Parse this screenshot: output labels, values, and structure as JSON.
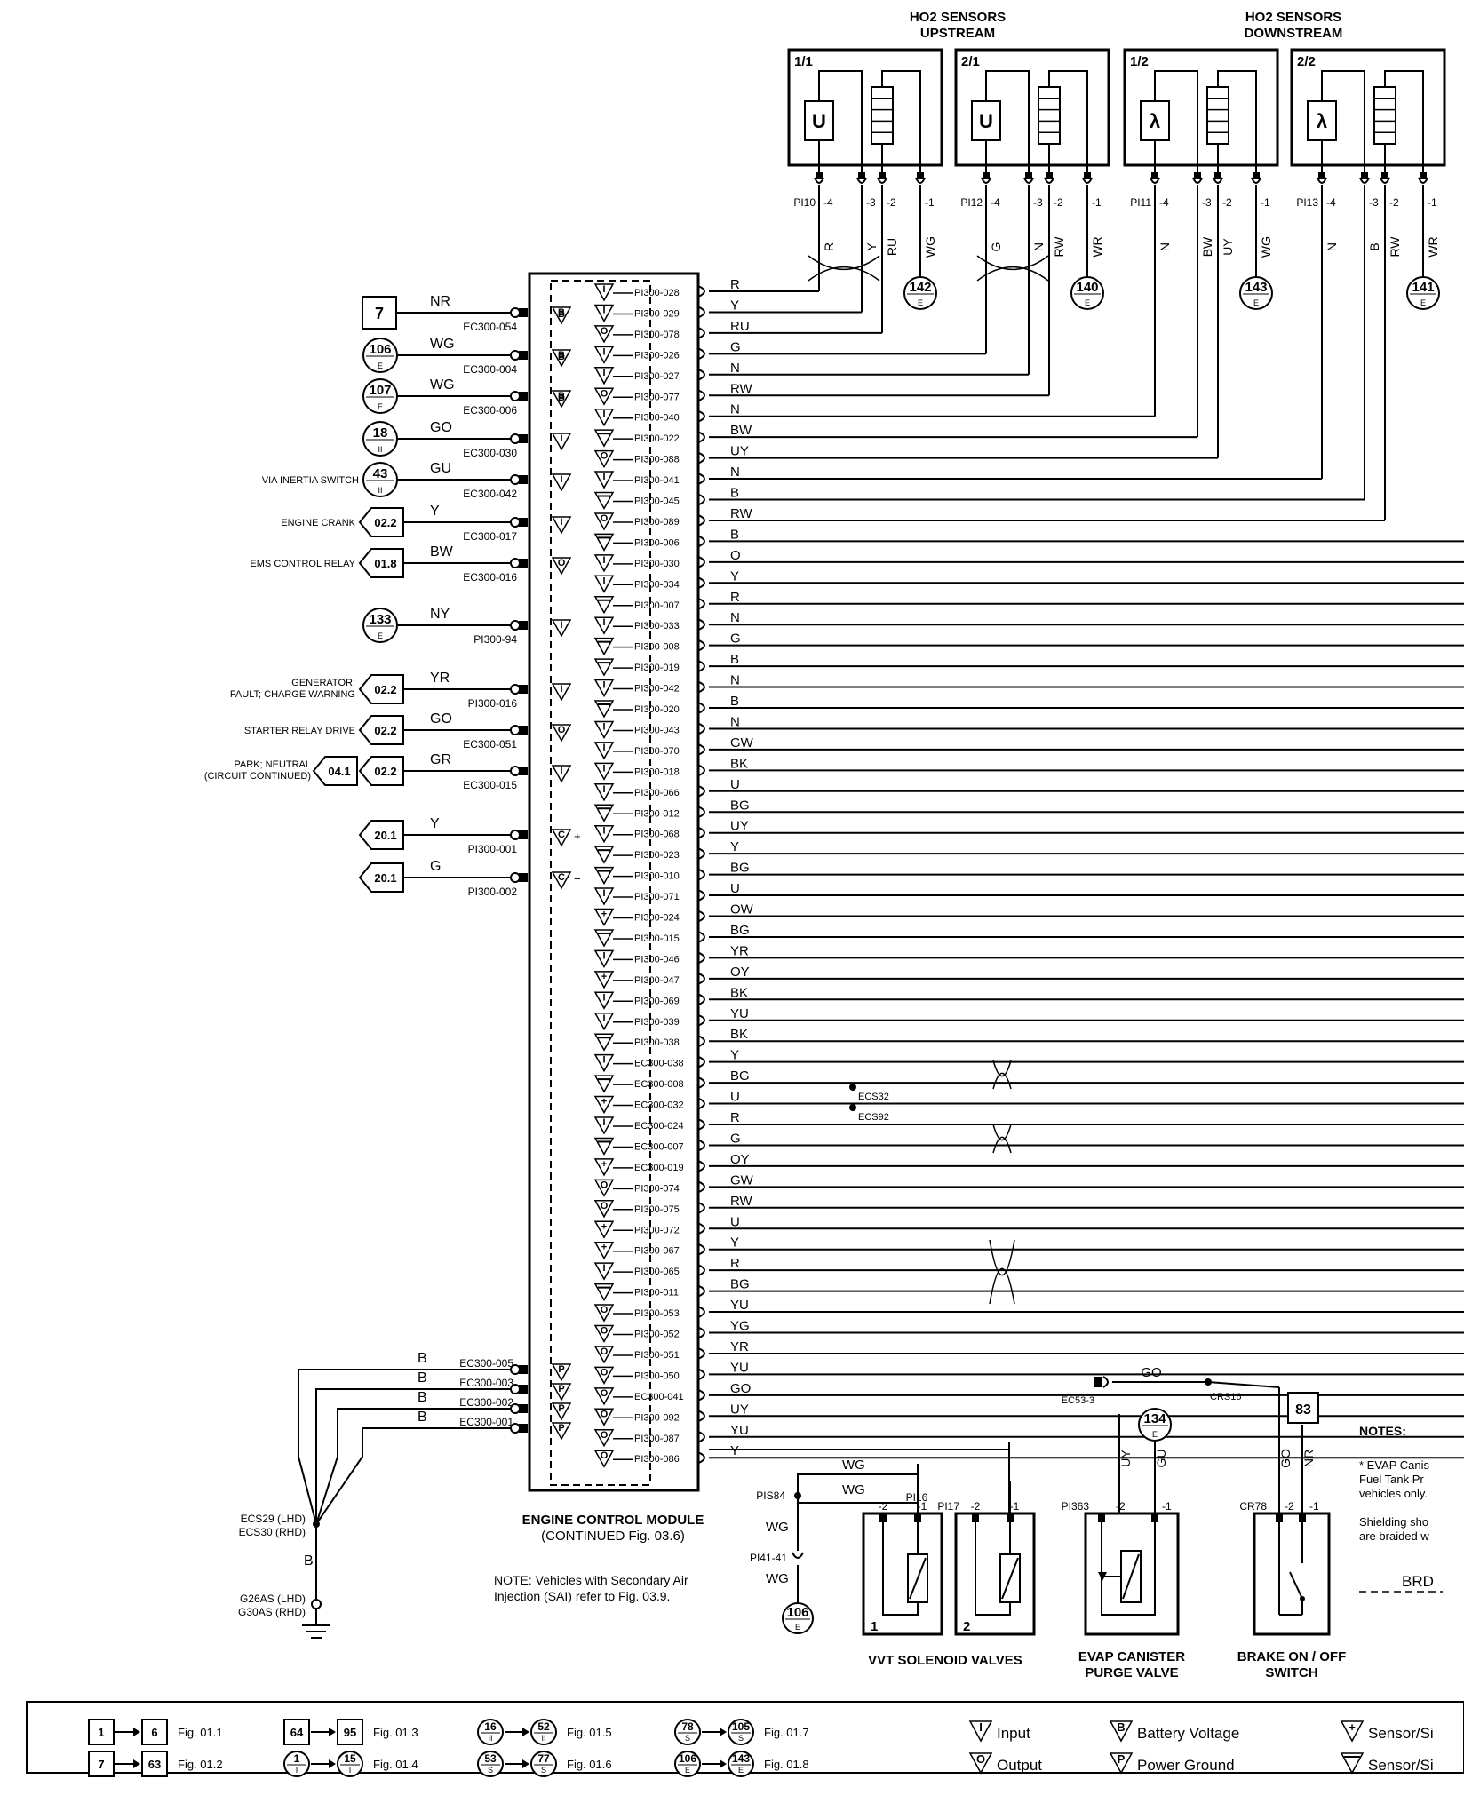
{
  "headings": {
    "ho2_up": [
      "HO2 SENSORS",
      "UPSTREAM"
    ],
    "ho2_down": [
      "HO2 SENSORS",
      "DOWNSTREAM"
    ]
  },
  "sensors": [
    {
      "label": "1/1",
      "sym": "U",
      "conn": "PI10",
      "wires": [
        "R",
        "Y",
        "RU",
        "WG"
      ],
      "ref": "142",
      "sub": "E"
    },
    {
      "label": "2/1",
      "sym": "U",
      "conn": "PI12",
      "wires": [
        "G",
        "N",
        "RW",
        "WR"
      ],
      "ref": "140",
      "sub": "E"
    },
    {
      "label": "1/2",
      "sym": "λ",
      "conn": "PI11",
      "wires": [
        "N",
        "BW",
        "UY",
        "WG"
      ],
      "ref": "143",
      "sub": "E"
    },
    {
      "label": "2/2",
      "sym": "λ",
      "conn": "PI13",
      "wires": [
        "N",
        "B",
        "RW",
        "WR"
      ],
      "ref": "141",
      "sub": "E"
    }
  ],
  "pin_suffixes": [
    "-4",
    "-3",
    "-2",
    "-1"
  ],
  "ecm_right_pins": [
    {
      "pin": "PI300-028",
      "color": "R",
      "t": "I"
    },
    {
      "pin": "PI300-029",
      "color": "Y",
      "t": "I"
    },
    {
      "pin": "PI300-078",
      "color": "RU",
      "t": "O"
    },
    {
      "pin": "PI300-026",
      "color": "G",
      "t": "I"
    },
    {
      "pin": "PI300-027",
      "color": "N",
      "t": "I"
    },
    {
      "pin": "PI300-077",
      "color": "RW",
      "t": "O"
    },
    {
      "pin": "PI300-040",
      "color": "N",
      "t": "I"
    },
    {
      "pin": "PI300-022",
      "color": "BW",
      "t": "-"
    },
    {
      "pin": "PI300-088",
      "color": "UY",
      "t": "O"
    },
    {
      "pin": "PI300-041",
      "color": "N",
      "t": "I"
    },
    {
      "pin": "PI300-045",
      "color": "B",
      "t": "-"
    },
    {
      "pin": "PI300-089",
      "color": "RW",
      "t": "O"
    },
    {
      "pin": "PI300-006",
      "color": "B",
      "t": "-"
    },
    {
      "pin": "PI300-030",
      "color": "O",
      "t": "I"
    },
    {
      "pin": "PI300-034",
      "color": "Y",
      "t": "I"
    },
    {
      "pin": "PI300-007",
      "color": "R",
      "t": "-"
    },
    {
      "pin": "PI300-033",
      "color": "N",
      "t": "I"
    },
    {
      "pin": "PI300-008",
      "color": "G",
      "t": "-"
    },
    {
      "pin": "PI300-019",
      "color": "B",
      "t": "-"
    },
    {
      "pin": "PI300-042",
      "color": "N",
      "t": "I"
    },
    {
      "pin": "PI300-020",
      "color": "B",
      "t": "-"
    },
    {
      "pin": "PI300-043",
      "color": "N",
      "t": "I"
    },
    {
      "pin": "PI300-070",
      "color": "GW",
      "t": "I"
    },
    {
      "pin": "PI300-018",
      "color": "BK",
      "t": "I"
    },
    {
      "pin": "PI300-066",
      "color": "U",
      "t": "I"
    },
    {
      "pin": "PI300-012",
      "color": "BG",
      "t": "-"
    },
    {
      "pin": "PI300-068",
      "color": "UY",
      "t": "I"
    },
    {
      "pin": "PI300-023",
      "color": "Y",
      "t": "-"
    },
    {
      "pin": "PI300-010",
      "color": "BG",
      "t": "-"
    },
    {
      "pin": "PI300-071",
      "color": "U",
      "t": "I"
    },
    {
      "pin": "PI300-024",
      "color": "OW",
      "t": "+"
    },
    {
      "pin": "PI300-015",
      "color": "BG",
      "t": "-"
    },
    {
      "pin": "PI300-046",
      "color": "YR",
      "t": "I"
    },
    {
      "pin": "PI300-047",
      "color": "OY",
      "t": "+"
    },
    {
      "pin": "PI300-069",
      "color": "BK",
      "t": "I"
    },
    {
      "pin": "PI300-039",
      "color": "YU",
      "t": "I"
    },
    {
      "pin": "PI300-038",
      "color": "BK",
      "t": "-"
    },
    {
      "pin": "EC300-038",
      "color": "Y",
      "t": "I"
    },
    {
      "pin": "EC300-008",
      "color": "BG",
      "t": "-"
    },
    {
      "pin": "EC300-032",
      "color": "U",
      "t": "+"
    },
    {
      "pin": "EC300-024",
      "color": "R",
      "t": "I"
    },
    {
      "pin": "EC300-007",
      "color": "G",
      "t": "-"
    },
    {
      "pin": "EC300-019",
      "color": "OY",
      "t": "+"
    },
    {
      "pin": "PI300-074",
      "color": "GW",
      "t": "O"
    },
    {
      "pin": "PI300-075",
      "color": "RW",
      "t": "O"
    },
    {
      "pin": "PI300-072",
      "color": "U",
      "t": "+"
    },
    {
      "pin": "PI300-067",
      "color": "Y",
      "t": "+"
    },
    {
      "pin": "PI300-065",
      "color": "R",
      "t": "I"
    },
    {
      "pin": "PI300-011",
      "color": "BG",
      "t": "-"
    },
    {
      "pin": "PI300-053",
      "color": "YU",
      "t": "O"
    },
    {
      "pin": "PI300-052",
      "color": "YG",
      "t": "O"
    },
    {
      "pin": "PI300-051",
      "color": "YR",
      "t": "O"
    },
    {
      "pin": "PI300-050",
      "color": "YU",
      "t": "O"
    },
    {
      "pin": "EC300-041",
      "color": "GO",
      "t": "O"
    },
    {
      "pin": "PI300-092",
      "color": "UY",
      "t": "O"
    },
    {
      "pin": "PI300-087",
      "color": "YU",
      "t": "O"
    },
    {
      "pin": "PI300-086",
      "color": "Y",
      "t": "O"
    }
  ],
  "ecm_left_pins": [
    {
      "conn": "EC300-054",
      "color": "NR",
      "kind": "box",
      "ref": "7",
      "t": "B"
    },
    {
      "conn": "EC300-004",
      "color": "WG",
      "kind": "circle",
      "ref": "106",
      "sub": "E",
      "t": "B"
    },
    {
      "conn": "EC300-006",
      "color": "WG",
      "kind": "circle",
      "ref": "107",
      "sub": "E",
      "t": "B"
    },
    {
      "conn": "EC300-030",
      "color": "GO",
      "kind": "circle",
      "ref": "18",
      "sub": "II",
      "t": "I"
    },
    {
      "conn": "EC300-042",
      "color": "GU",
      "kind": "circle",
      "ref": "43",
      "sub": "II",
      "t": "I",
      "note": "VIA INERTIA SWITCH"
    },
    {
      "conn": "EC300-017",
      "color": "Y",
      "kind": "arrow",
      "ref": "02.2",
      "t": "I",
      "note": "ENGINE CRANK"
    },
    {
      "conn": "EC300-016",
      "color": "BW",
      "kind": "arrow",
      "ref": "01.8",
      "t": "O",
      "note": "EMS CONTROL RELAY"
    },
    {
      "conn": "PI300-94",
      "color": "NY",
      "kind": "circle",
      "ref": "133",
      "sub": "E",
      "t": "I"
    },
    {
      "conn": "PI300-016",
      "color": "YR",
      "kind": "arrow",
      "ref": "02.2",
      "t": "I",
      "note": "GENERATOR;",
      "note2": "FAULT; CHARGE WARNING"
    },
    {
      "conn": "EC300-051",
      "color": "GO",
      "kind": "arrow",
      "ref": "02.2",
      "t": "O",
      "note": "STARTER RELAY DRIVE"
    },
    {
      "conn": "EC300-015",
      "color": "GR",
      "kind": "arrow2",
      "ref": "02.2",
      "ref2": "04.1",
      "t": "I",
      "note": "PARK; NEUTRAL",
      "note2": "(CIRCUIT CONTINUED)"
    },
    {
      "conn": "PI300-001",
      "color": "Y",
      "kind": "arrow",
      "ref": "20.1",
      "t": "C+"
    },
    {
      "conn": "PI300-002",
      "color": "G",
      "kind": "arrow",
      "ref": "20.1",
      "t": "C-"
    }
  ],
  "grounds": [
    {
      "conn": "EC300-005",
      "color": "B"
    },
    {
      "conn": "EC300-003",
      "color": "B"
    },
    {
      "conn": "EC300-002",
      "color": "B"
    },
    {
      "conn": "EC300-001",
      "color": "B"
    }
  ],
  "ground_labels": {
    "splice": "ECS29 (LHD)",
    "splice2": "ECS30 (RHD)",
    "color": "B",
    "gnd": "G26AS (LHD)",
    "gnd2": "G30AS (RHD)"
  },
  "splices": {
    "ecs32": "ECS32",
    "ecs92": "ECS92",
    "ec53": "EC53-3",
    "crs16": "CRS16",
    "go": "GO"
  },
  "ecm_title": [
    "ENGINE CONTROL MODULE",
    "(CONTINUED Fig. 03.6)"
  ],
  "sai_note": [
    "NOTE:  Vehicles with Secondary Air",
    "Injection (SAI) refer to Fig. 03.9."
  ],
  "vvt": {
    "title": "VVT SOLENOID VALVES",
    "pi84": "PIS84",
    "pi16": "PI16",
    "pi17": "PI17",
    "wg": "WG",
    "pi41": "PI41-41",
    "ref": "106",
    "sub": "E",
    "n1": "1",
    "n2": "2"
  },
  "evap": {
    "title": [
      "EVAP CANISTER",
      "PURGE VALVE"
    ],
    "conn": "PI363",
    "w1": "UY",
    "w2": "GU",
    "ref": "134",
    "sub": "E"
  },
  "brake": {
    "title": [
      "BRAKE ON / OFF",
      "SWITCH"
    ],
    "conn": "CR78",
    "w1": "GO",
    "w2": "NR",
    "ref": "83"
  },
  "notes": {
    "title": "NOTES:",
    "l1": "* EVAP Canis",
    "l2": "Fuel Tank Pr",
    "l3": "vehicles only.",
    "l4": "Shielding sho",
    "l5": "are braided w",
    "brd": "BRD"
  },
  "legend": {
    "figs": [
      {
        "a": "1",
        "b": "6",
        "fig": "Fig. 01.1",
        "s": "box"
      },
      {
        "a": "7",
        "b": "63",
        "fig": "Fig. 01.2",
        "s": "box"
      },
      {
        "a": "64",
        "b": "95",
        "fig": "Fig. 01.3",
        "s": "box"
      },
      {
        "a": "1",
        "b": "15",
        "fig": "Fig. 01.4",
        "s": "circ",
        "sub": "I"
      },
      {
        "a": "16",
        "b": "52",
        "fig": "Fig. 01.5",
        "s": "circ",
        "sub": "II"
      },
      {
        "a": "53",
        "b": "77",
        "fig": "Fig. 01.6",
        "s": "circ",
        "sub": "S"
      },
      {
        "a": "78",
        "b": "105",
        "fig": "Fig. 01.7",
        "s": "circ",
        "sub": "S"
      },
      {
        "a": "106",
        "b": "143",
        "fig": "Fig. 01.8",
        "s": "circ",
        "sub": "E"
      }
    ],
    "symbols": [
      {
        "sym": "I",
        "text": "Input"
      },
      {
        "sym": "O",
        "text": "Output"
      },
      {
        "sym": "B",
        "text": "Battery Voltage"
      },
      {
        "sym": "P",
        "text": "Power Ground"
      },
      {
        "sym": "+",
        "text": "Sensor/Si"
      },
      {
        "sym": "-",
        "text": "Sensor/Si"
      }
    ]
  }
}
